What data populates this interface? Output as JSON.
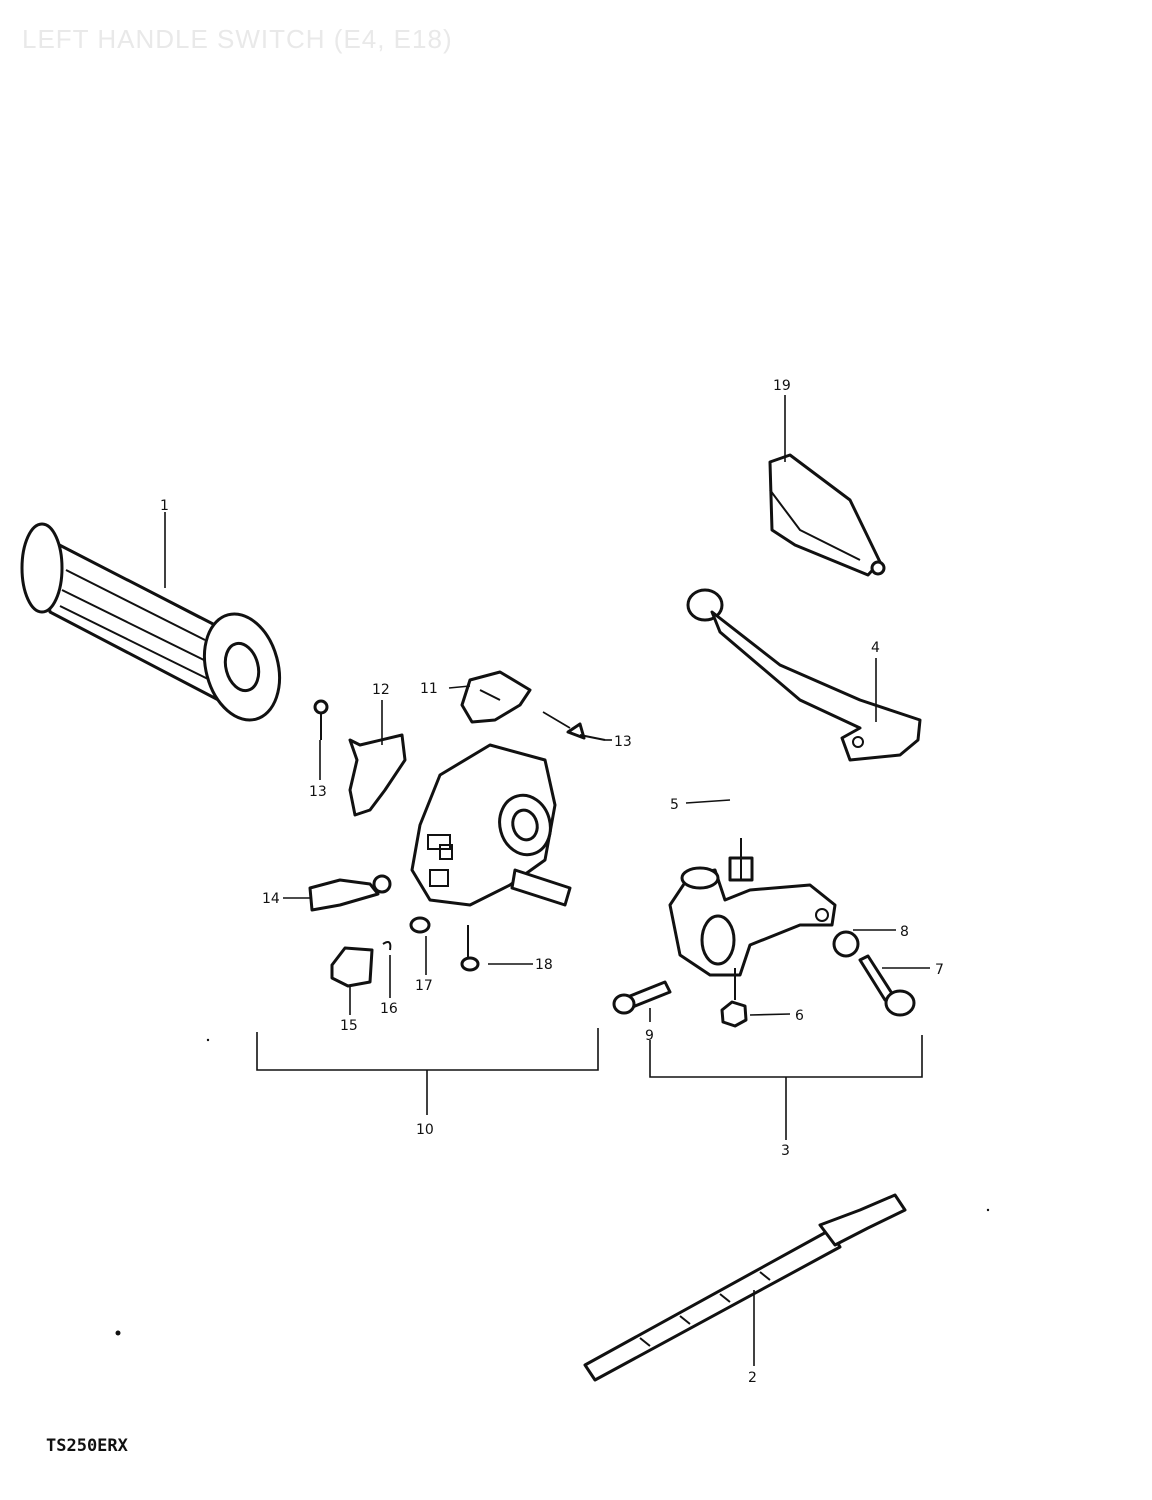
{
  "title": "LEFT HANDLE SWITCH (E4, E18)",
  "model_code": "TS250ERX",
  "callouts": {
    "c1": "1",
    "c2": "2",
    "c3": "3",
    "c4": "4",
    "c5": "5",
    "c6": "6",
    "c7": "7",
    "c8": "8",
    "c9": "9",
    "c10": "10",
    "c11": "11",
    "c12": "12",
    "c13a": "13",
    "c13b": "13",
    "c14": "14",
    "c15": "15",
    "c16": "16",
    "c17": "17",
    "c18": "18",
    "c19": "19"
  }
}
